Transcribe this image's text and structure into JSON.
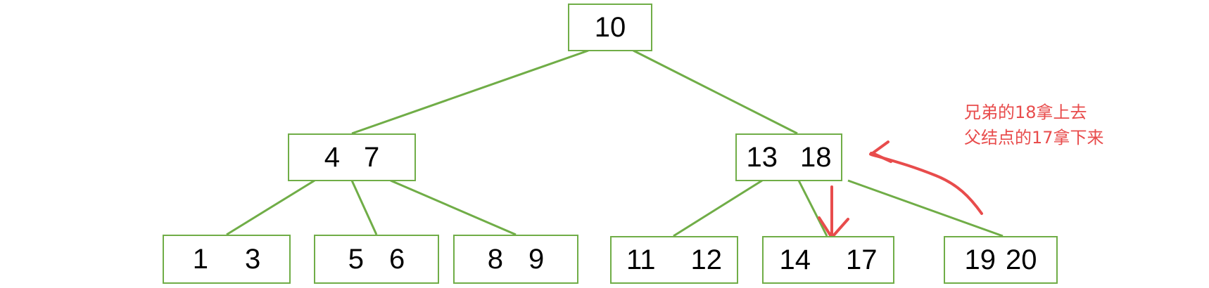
{
  "tree": {
    "root": {
      "keys": [
        "10"
      ]
    },
    "level1": [
      {
        "keys": [
          "4",
          "7"
        ]
      },
      {
        "keys": [
          "13",
          "18"
        ]
      }
    ],
    "leaves": [
      {
        "keys": [
          "1",
          "3"
        ]
      },
      {
        "keys": [
          "5",
          "6"
        ]
      },
      {
        "keys": [
          "8",
          "9"
        ]
      },
      {
        "keys": [
          "11",
          "12"
        ]
      },
      {
        "keys": [
          "14",
          "17"
        ]
      },
      {
        "keys": [
          "19",
          "20"
        ]
      }
    ]
  },
  "annotation": {
    "line1": "兄弟的18拿上去",
    "line2": "父结点的17拿下来"
  },
  "colors": {
    "node_border": "#70ad47",
    "edge": "#70ad47",
    "annotation": "#e84c4c"
  }
}
